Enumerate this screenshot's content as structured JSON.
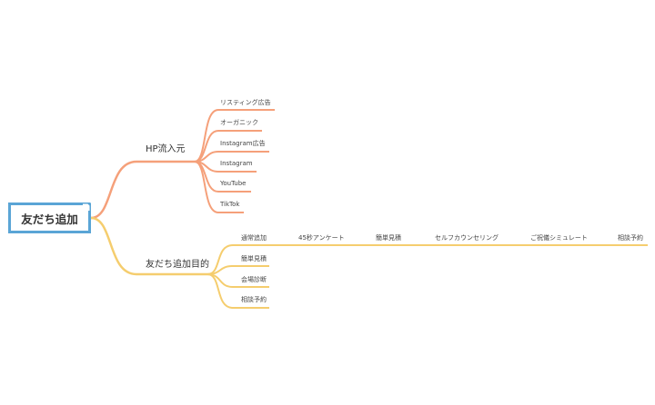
{
  "colors": {
    "root_border": "#5aa5d6",
    "branch_hp": "#f5a07a",
    "branch_friend": "#f5cd6e"
  },
  "root": {
    "label": "友だち追加"
  },
  "branches": [
    {
      "label": "HP流入元",
      "children": [
        {
          "label": "リスティング広告"
        },
        {
          "label": "オーガニック"
        },
        {
          "label": "Instagram広告"
        },
        {
          "label": "Instagram"
        },
        {
          "label": "YouTube"
        },
        {
          "label": "TikTok"
        }
      ]
    },
    {
      "label": "友だち追加目的",
      "children": [
        {
          "label": "通常追加",
          "chain": [
            "45秒アンケート",
            "簡単見積",
            "セルフカウンセリング",
            "ご祝儀シミュレート",
            "相談予約"
          ]
        },
        {
          "label": "簡単見積"
        },
        {
          "label": "会場診断"
        },
        {
          "label": "相談予約"
        }
      ]
    }
  ]
}
